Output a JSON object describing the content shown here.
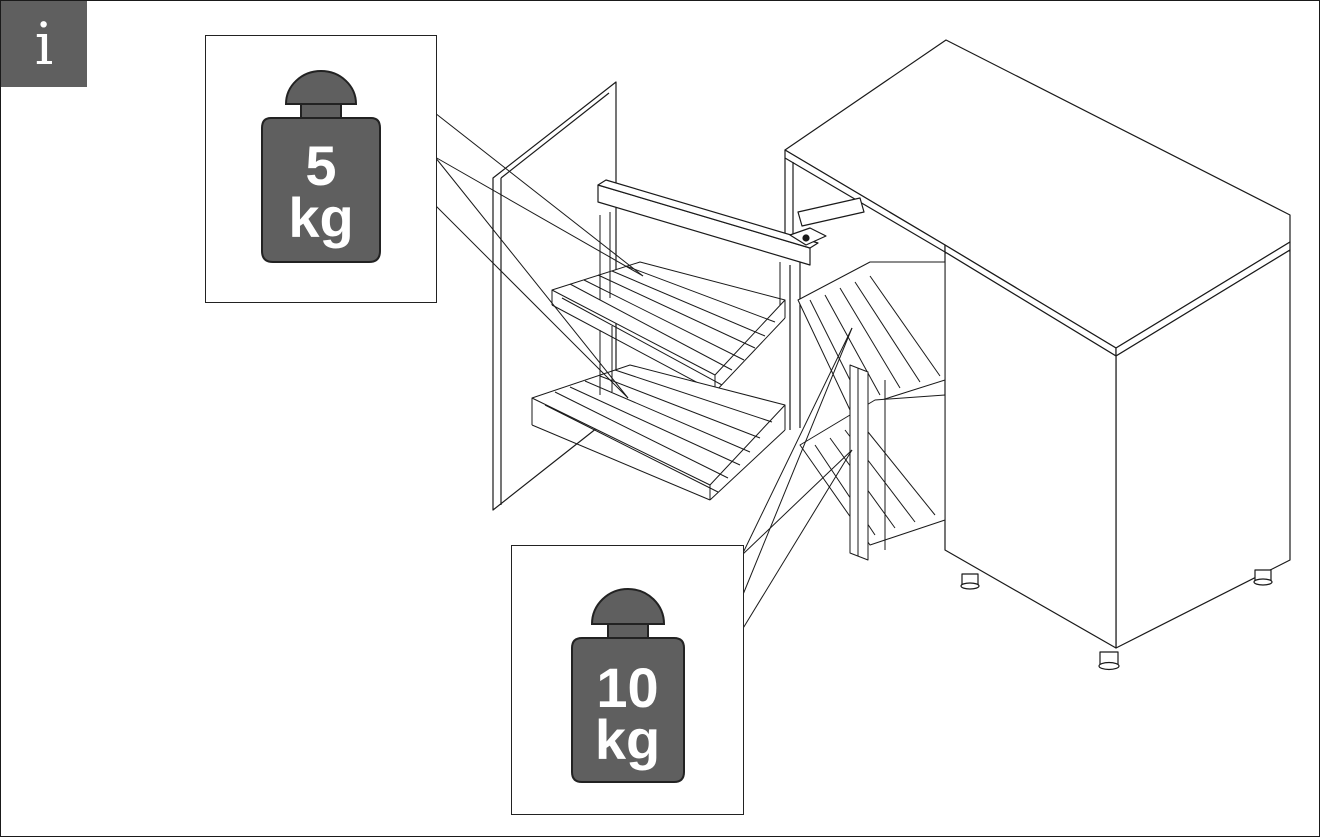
{
  "badge": {
    "symbol": "i",
    "icon": "info-icon"
  },
  "callouts": [
    {
      "value": "5",
      "unit": "kg",
      "icon": "weight-icon"
    },
    {
      "value": "10",
      "unit": "kg",
      "icon": "weight-icon"
    }
  ],
  "colors": {
    "weight_fill": "#5f5f5f",
    "line": "#1a1a1a",
    "badge_bg": "#5f5f5f"
  }
}
